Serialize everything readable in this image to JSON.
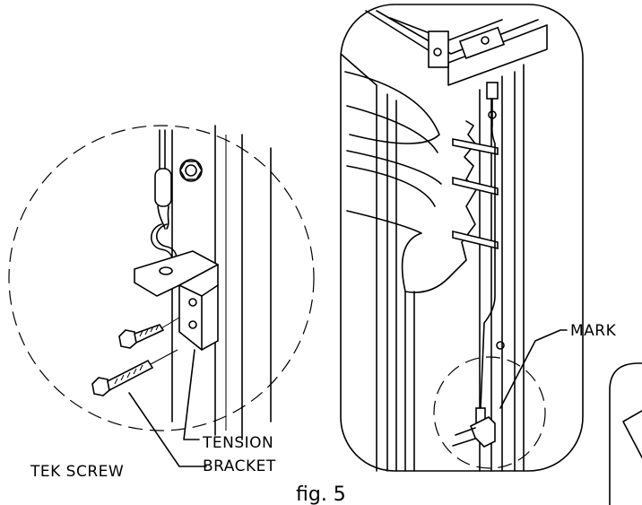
{
  "labels": {
    "tek_screw": "TEK SCREW",
    "tension_bracket_line1": "TENSION",
    "tension_bracket_line2": "BRACKET",
    "mark": "MARK",
    "figure": "fig. 5"
  }
}
